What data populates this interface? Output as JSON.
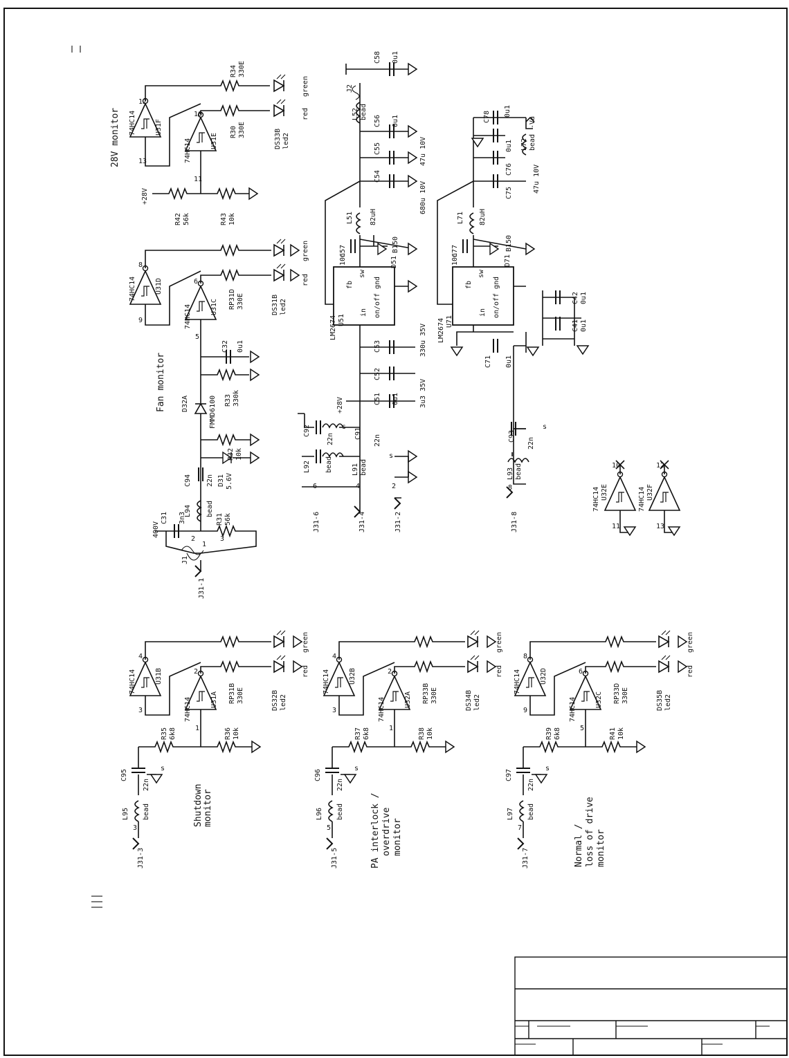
{
  "schematic": {
    "sections": {
      "v28": "28V monitor",
      "fan": "Fan monitor",
      "shutdown": [
        "Shutdown",
        "monitor"
      ],
      "pa": [
        "PA interlock /",
        "overdrive",
        "monitor"
      ],
      "normal": [
        "Normal /",
        "loss of drive",
        "monitor"
      ]
    },
    "gates": {
      "u31f": [
        "74HC14",
        "U31F"
      ],
      "u31e": [
        "74HC14",
        "U31E"
      ],
      "u31d": [
        "74HC14",
        "U31D"
      ],
      "u31c": [
        "74HC14",
        "U31C"
      ],
      "u31b": [
        "74HC14",
        "U31B"
      ],
      "u31a": [
        "74HC14",
        "U31A"
      ],
      "u32b": [
        "74HC14",
        "U32B"
      ],
      "u32a": [
        "74HC14",
        "U32A"
      ],
      "u32d": [
        "74HC14",
        "U32D"
      ],
      "u32c": [
        "74HC14",
        "U32C"
      ],
      "u32e": [
        "74HC14",
        "U32E"
      ],
      "u32f": [
        "74HC14",
        "U32F"
      ]
    },
    "regulators": {
      "u51": {
        "ref": "U51",
        "part": "LM2674",
        "pins": [
          "fb",
          "sw",
          "in",
          "gnd",
          "on/off"
        ]
      },
      "u71": {
        "ref": "U71",
        "part": "LM2674",
        "pins": [
          "fb",
          "sw",
          "in",
          "gnd",
          "on/off"
        ]
      }
    },
    "components": {
      "r34": [
        "R34",
        "330E"
      ],
      "r30": [
        "R30",
        "330E"
      ],
      "r42": [
        "R42",
        "56k"
      ],
      "r43": [
        "R43",
        "10k"
      ],
      "ds33": [
        "DS33B",
        "led2"
      ],
      "rp31d": [
        "RP31D",
        "330E"
      ],
      "ds31": [
        "DS31B",
        "led2"
      ],
      "c32": [
        "C32",
        "0u1"
      ],
      "r33": [
        "R33",
        "330k"
      ],
      "r32": [
        "R32",
        "10k"
      ],
      "d32": [
        "D32A",
        "FMMD6100"
      ],
      "d31": [
        "D31",
        "5.6V"
      ],
      "c94": [
        "C94",
        "22n"
      ],
      "c31": [
        "C31",
        "3n3",
        "400V"
      ],
      "l94": [
        "L94",
        "bead"
      ],
      "r31": [
        "R31",
        "56k"
      ],
      "j1": "J1",
      "c58": [
        "C58",
        "0u1"
      ],
      "j2": "J2",
      "l52": [
        "L52",
        "bead"
      ],
      "c56": [
        "C56",
        "0u1"
      ],
      "c55": [
        "C55",
        "47u 10V"
      ],
      "c54": [
        "C54",
        "680u 10V"
      ],
      "l51": [
        "L51",
        "82uH"
      ],
      "c57": [
        "C57",
        "10n"
      ],
      "d51": [
        "D51",
        "B150"
      ],
      "c53": [
        "C53",
        "330u 35V"
      ],
      "c52": [
        "C52",
        "3u3 35V"
      ],
      "c51": [
        "C51",
        "0u1"
      ],
      "c92": [
        "C92",
        "22n"
      ],
      "c91": [
        "C91",
        "22n"
      ],
      "c93": [
        "C93",
        "22n"
      ],
      "l92": [
        "L92",
        "bead"
      ],
      "l91": [
        "L91",
        "bead"
      ],
      "l93": [
        "L93",
        "bead"
      ],
      "c78": [
        "C78",
        "0u1"
      ],
      "c76": [
        "C76",
        "0u1"
      ],
      "l72": [
        "L72",
        "bead"
      ],
      "c75": [
        "C75",
        "47u 10V"
      ],
      "l71": [
        "L71",
        "82uH"
      ],
      "c77": [
        "C77",
        "10n"
      ],
      "d71": [
        "D71",
        "B150"
      ],
      "c71": [
        "C71",
        "0u1"
      ],
      "c41": [
        "C41",
        "0u1"
      ],
      "c42": [
        "C42",
        "0u1"
      ],
      "r35": [
        "R35",
        "6k8"
      ],
      "r36": [
        "R36",
        "10k"
      ],
      "c95": [
        "C95",
        "22n"
      ],
      "l95": [
        "L95",
        "bead"
      ],
      "rp31b": [
        "RP31B",
        "330E"
      ],
      "ds32": [
        "DS32B",
        "led2"
      ],
      "r37": [
        "R37",
        "6k8"
      ],
      "r38": [
        "R38",
        "10k"
      ],
      "c96": [
        "C96",
        "22n"
      ],
      "l96": [
        "L96",
        "bead"
      ],
      "rp33b": [
        "RP33B",
        "330E"
      ],
      "ds34": [
        "DS34B",
        "led2"
      ],
      "r39": [
        "R39",
        "6k8"
      ],
      "r41": [
        "R41",
        "10k"
      ],
      "c97": [
        "C97",
        "22n"
      ],
      "l97": [
        "L97",
        "bead"
      ],
      "rp33d": [
        "RP33D",
        "330E"
      ],
      "ds35": [
        "DS35B",
        "led2"
      ]
    },
    "connectors": {
      "j31_1": "J31-1",
      "j31_2": "J31-2",
      "j31_3": "J31-3",
      "j31_4": "J31-4",
      "j31_5": "J31-5",
      "j31_6": "J31-6",
      "j31_7": "J31-7",
      "j31_8": "J31-8"
    },
    "nets": {
      "v28": "+28V",
      "va": "-Va"
    },
    "colors": {
      "green": "green",
      "red": "red"
    },
    "pins": {
      "p1": "1",
      "p2": "2",
      "p3": "3",
      "p4": "4",
      "p5": "5",
      "p6": "6",
      "p7": "7",
      "p8": "8",
      "p9": "9",
      "p10": "10",
      "p11": "11",
      "p12": "12",
      "p13": "13",
      "s": "s"
    }
  }
}
